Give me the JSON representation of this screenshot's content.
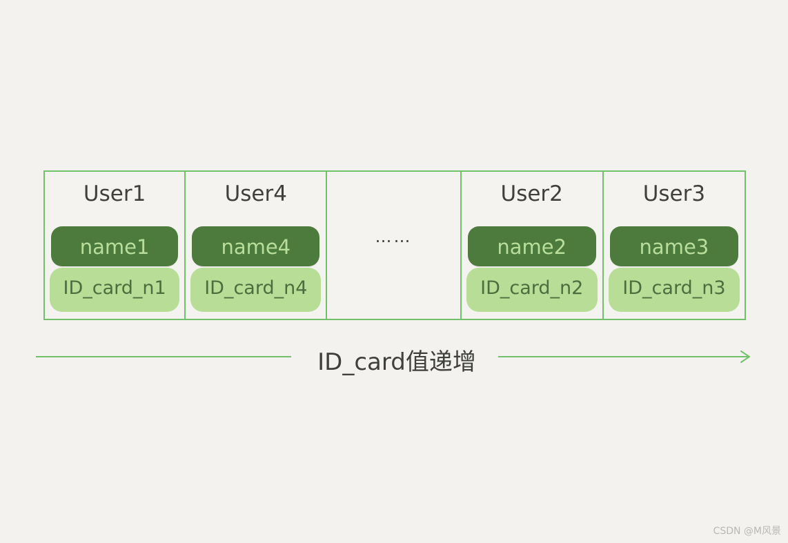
{
  "diagram": {
    "cells": [
      {
        "user": "User1",
        "name": "name1",
        "id_card": "ID_card_n1"
      },
      {
        "user": "User4",
        "name": "name4",
        "id_card": "ID_card_n4"
      },
      {
        "ellipsis": "……"
      },
      {
        "user": "User2",
        "name": "name2",
        "id_card": "ID_card_n2"
      },
      {
        "user": "User3",
        "name": "name3",
        "id_card": "ID_card_n3"
      }
    ],
    "axis_label": "ID_card值递增",
    "colors": {
      "background": "#f3f2ee",
      "border": "#73c06a",
      "name_fill": "#4d7b3e",
      "name_text": "#b9dd9b",
      "id_fill": "#b7dd97",
      "id_text": "#4a6e3d",
      "label_text": "#3f403e"
    }
  },
  "watermark": "CSDN @M风景"
}
